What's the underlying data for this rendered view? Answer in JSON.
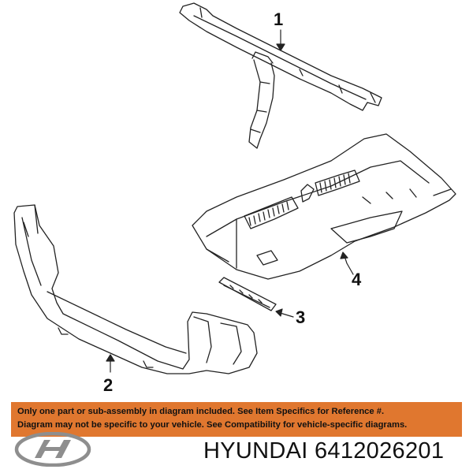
{
  "diagram": {
    "callouts": [
      {
        "id": "1",
        "label": "1"
      },
      {
        "id": "2",
        "label": "2"
      },
      {
        "id": "3",
        "label": "3"
      },
      {
        "id": "4",
        "label": "4"
      }
    ]
  },
  "notice": {
    "line1": "Only one part or sub-assembly in diagram included. See Item Specifics for Reference #.",
    "line2": "Diagram may not be specific to your vehicle. See Compatibility for vehicle-specific diagrams.",
    "background_color": "#e0772f"
  },
  "footer": {
    "logo_icon": "hyundai-logo-icon",
    "caption": "HYUNDAI 6412026201"
  }
}
